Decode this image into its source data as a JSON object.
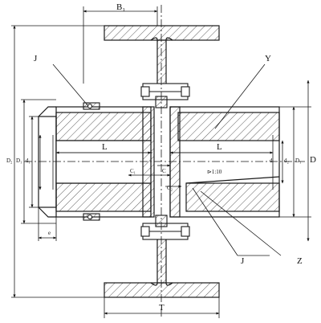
{
  "labels": {
    "top_dim": "B₁",
    "j_top": "J",
    "y": "Y",
    "l_left": "L",
    "l_right": "L",
    "c1": "C₁",
    "c": "C",
    "c2": "C₂",
    "taper": "⊳1:10",
    "e": "e",
    "j_bottom": "J",
    "z": "Z",
    "t": "T",
    "d2_left": "D₂",
    "d1_left": "D₁",
    "d_left": "d₁",
    "d_right": "d",
    "d_right2": "d₂",
    "d1_right": "D₁",
    "d_big": "D"
  },
  "colors": {
    "line": "#1a1a1a",
    "hatch": "#333333",
    "background": "#ffffff"
  }
}
